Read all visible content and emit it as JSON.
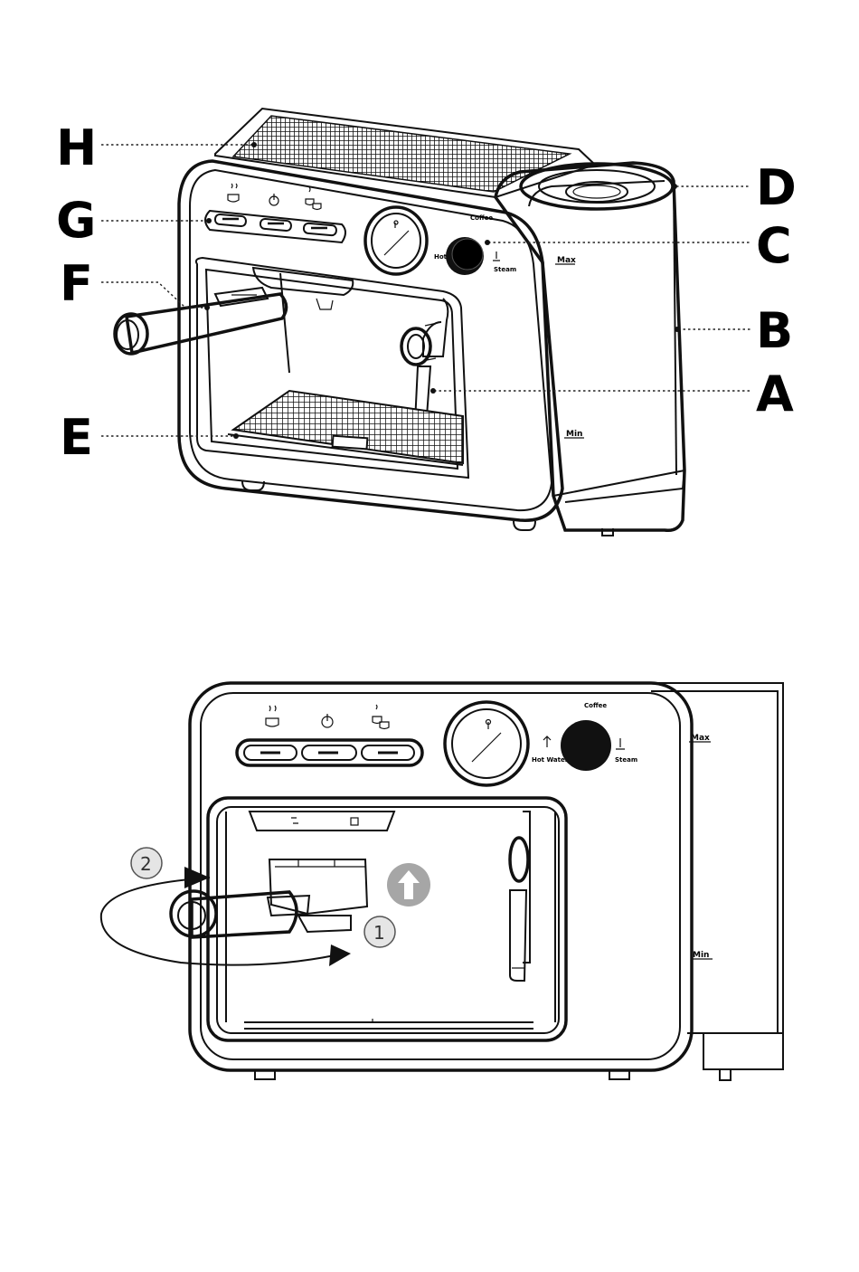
{
  "callouts": [
    {
      "letter": "H"
    },
    {
      "letter": "G"
    },
    {
      "letter": "F"
    },
    {
      "letter": "E"
    },
    {
      "letter": "D"
    },
    {
      "letter": "C"
    },
    {
      "letter": "B"
    },
    {
      "letter": "A"
    }
  ],
  "machine_labels": {
    "coffee": "Coffee",
    "max": "Max",
    "min": "Min",
    "hot_water": "Hot Water",
    "steam": "Steam"
  },
  "steps": [
    {
      "number": "1"
    },
    {
      "number": "2"
    }
  ],
  "colors": {
    "ink": "#111111",
    "arrow_badge": "#a6a6a6",
    "step_circle": "#d9d9d9"
  },
  "icons": [
    "coffee-cup-icon",
    "power-icon",
    "double-cup-icon",
    "steam-icon",
    "hot-water-icon",
    "pressure-gauge-icon",
    "up-arrow-icon",
    "rotate-arrow-icon"
  ]
}
